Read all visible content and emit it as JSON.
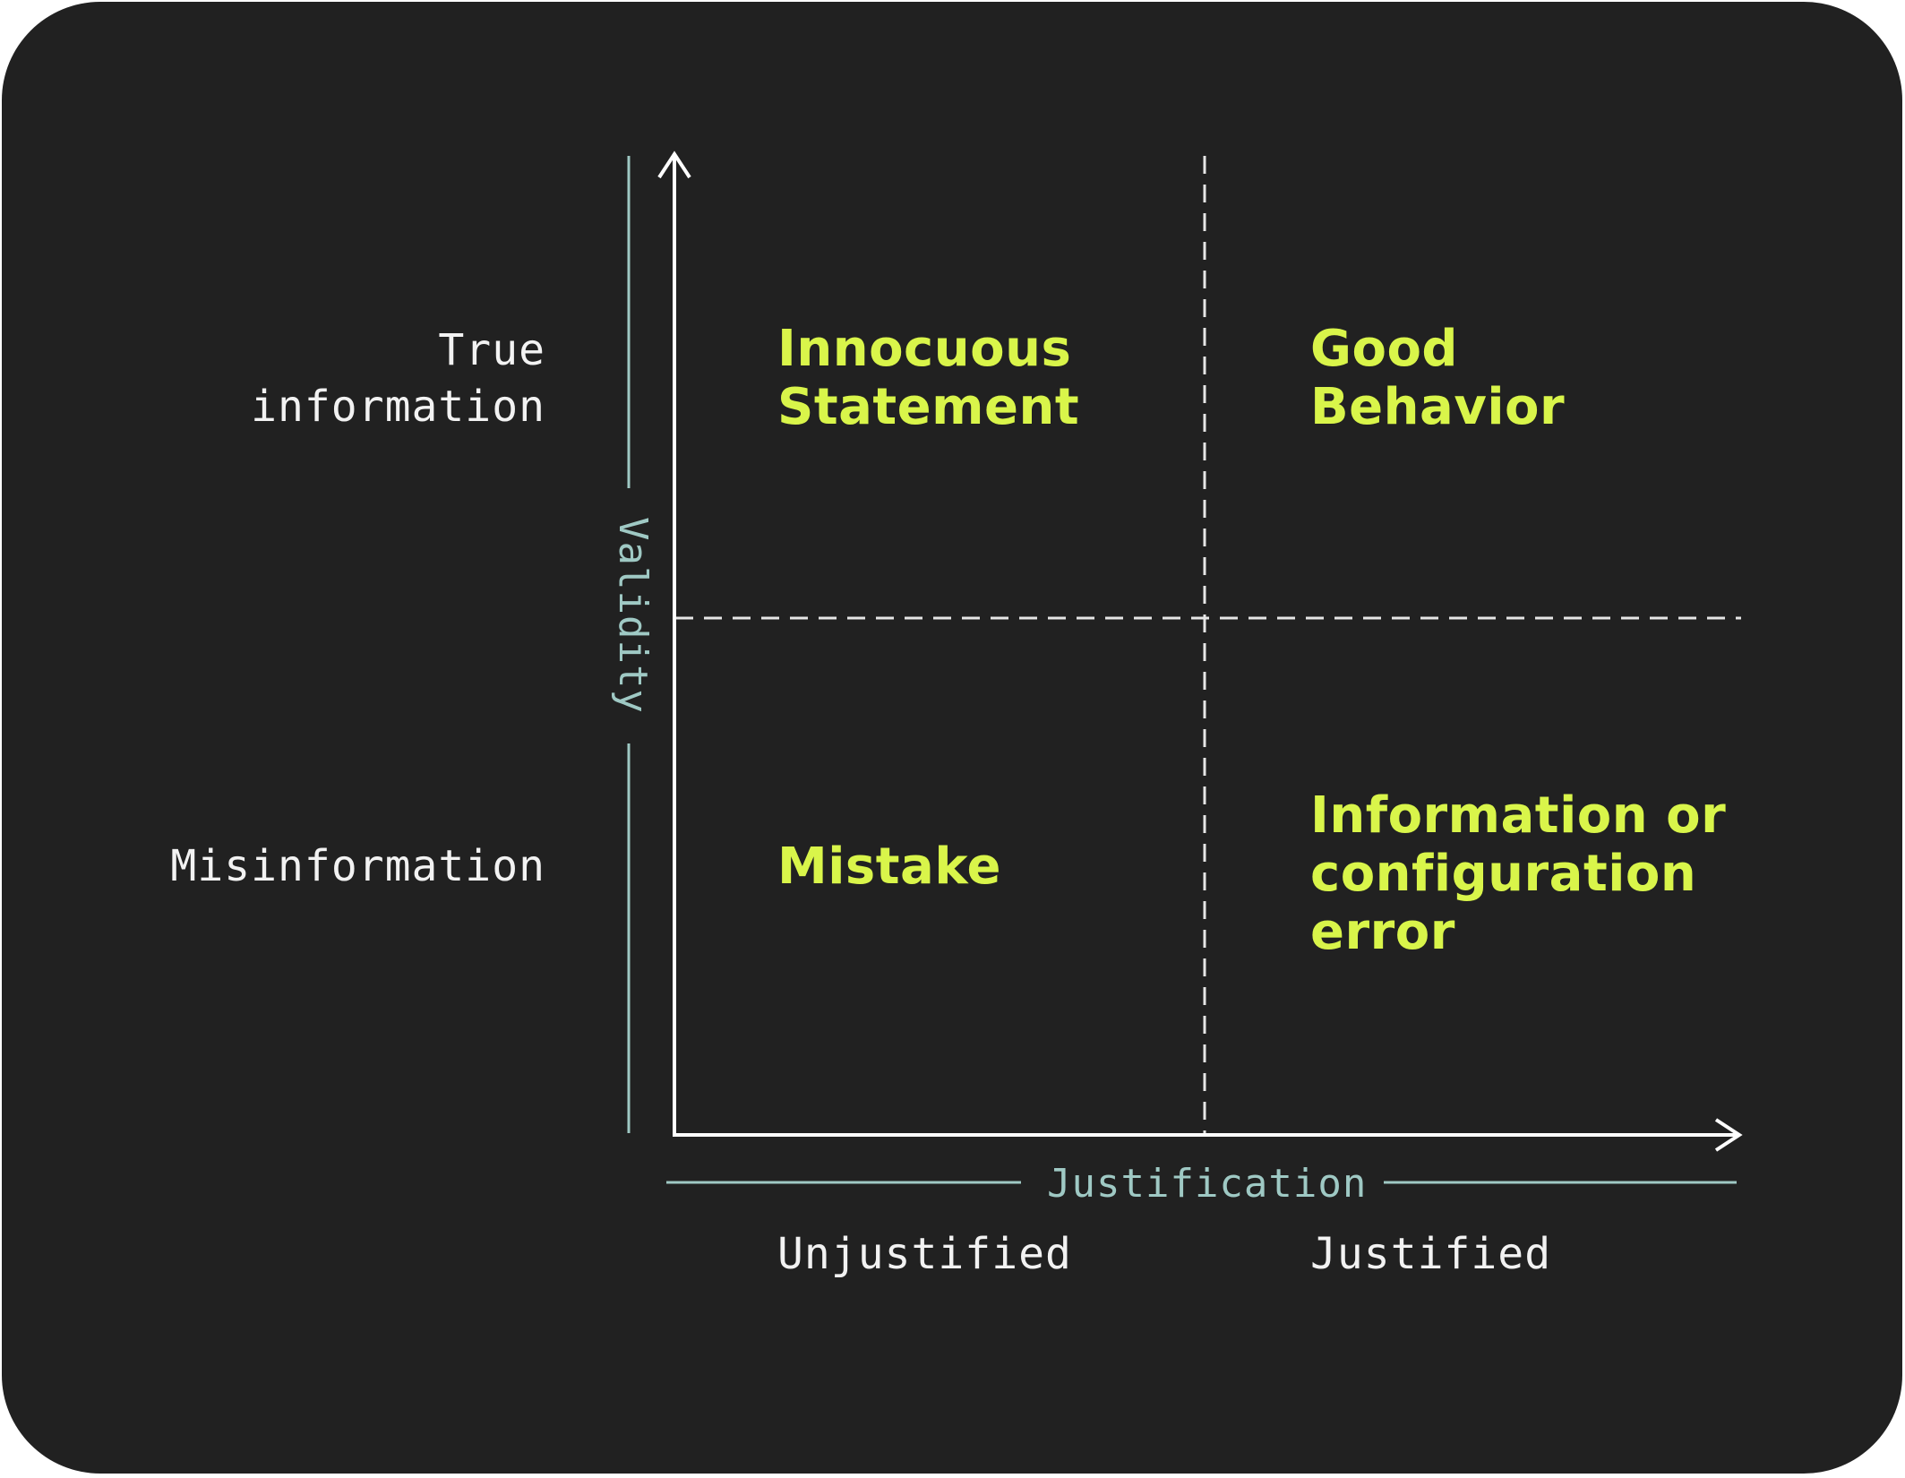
{
  "axes": {
    "vertical_title": "Validity",
    "horizontal_title": "Justification",
    "vertical_levels": {
      "top": "True\ninformation",
      "bottom": "Misinformation"
    },
    "horizontal_levels": {
      "left": "Unjustified",
      "right": "Justified"
    }
  },
  "quadrants": {
    "top_left": "Innocuous\nStatement",
    "top_right": "Good\nBehavior",
    "bottom_left": "Mistake",
    "bottom_right": "Information or\nconfiguration\nerror"
  },
  "colors": {
    "background": "#212121",
    "quadrant_text": "#d9f54a",
    "axis_title": "#9fc9c4",
    "axis_line": "#ffffff",
    "level_text": "#f2f2f2"
  }
}
